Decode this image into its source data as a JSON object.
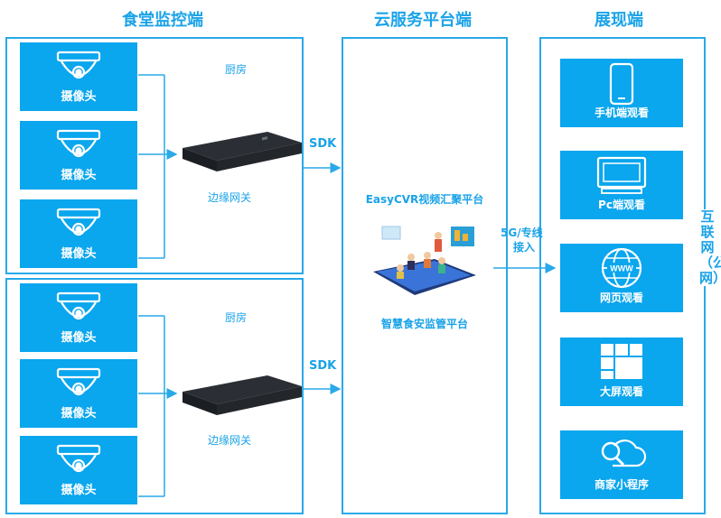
{
  "titles": {
    "left": "食堂监控端",
    "middle": "云服务平台端",
    "right": "展现端"
  },
  "groups": [
    {
      "cameras": [
        "摄像头",
        "摄像头",
        "摄像头"
      ],
      "kitchen": "厨房",
      "gateway": "边缘网关",
      "sdk": "SDK"
    },
    {
      "cameras": [
        "摄像头",
        "摄像头",
        "摄像头"
      ],
      "kitchen": "厨房",
      "gateway": "边缘网关",
      "sdk": "SDK"
    }
  ],
  "platform": {
    "name": "EasyCVR视频汇聚平台",
    "sub": "智慧食安监管平台",
    "link_line1": "5G/专线",
    "link_line2": "接入"
  },
  "displays": [
    {
      "label": "手机端观看",
      "icon": "phone-icon"
    },
    {
      "label": "Pc端观看",
      "icon": "monitor-icon"
    },
    {
      "label": "网页观看",
      "icon": "globe-icon"
    },
    {
      "label": "大屏观看",
      "icon": "grid-screen-icon"
    },
    {
      "label": "商家小程序",
      "icon": "cloud-search-icon"
    }
  ],
  "network_label": "互联网（公网）",
  "colors": {
    "accent": "#1aa3e8",
    "tile": "#0aa6ee",
    "border": "#29a9e8"
  }
}
